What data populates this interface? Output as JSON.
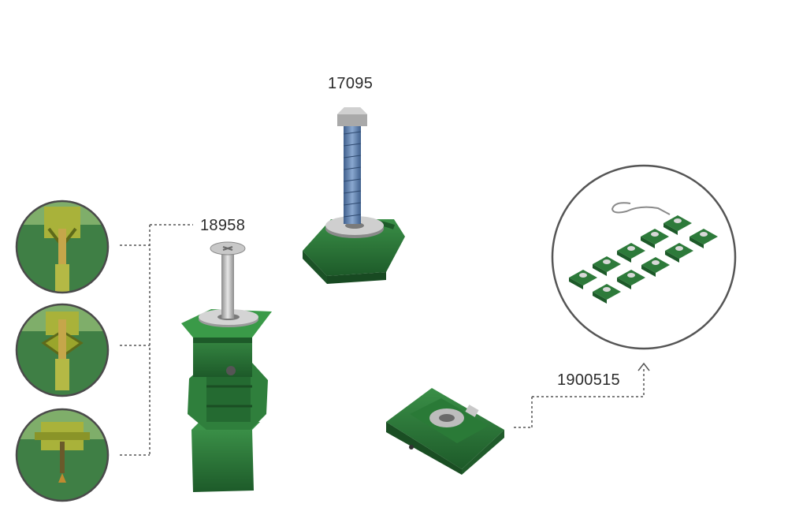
{
  "parts": {
    "bolt_base": {
      "code": "17095"
    },
    "clamp_screw": {
      "code": "18958"
    },
    "slot_nut": {
      "code": "1900515"
    }
  },
  "colors": {
    "plastic_green": "#2d7a3a",
    "plastic_dark": "#1f5a2a",
    "steel": "#b8b8b8",
    "bolt_blue": "#5a7fae",
    "olive_detail": "#9aa52c",
    "line": "#555555"
  }
}
